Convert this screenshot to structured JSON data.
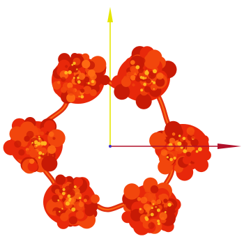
{
  "scene": {
    "background": "#ffffff",
    "colors": {
      "density_dark": "#c81a05",
      "density_base": "#e8280a",
      "density_mid": "#f2460c",
      "density_light": "#ff6a12",
      "density_highlight": "#ffb31e",
      "linker": "#e03010",
      "axis_x": "#b0102a",
      "axis_y": "#e6e600",
      "axis_z": "#3c2ec8"
    },
    "subunit_count": 6,
    "axes": [
      {
        "name": "x-axis",
        "icon": "arrow-right"
      },
      {
        "name": "y-axis",
        "icon": "arrow-up"
      },
      {
        "name": "z-axis",
        "icon": "dot"
      }
    ]
  }
}
